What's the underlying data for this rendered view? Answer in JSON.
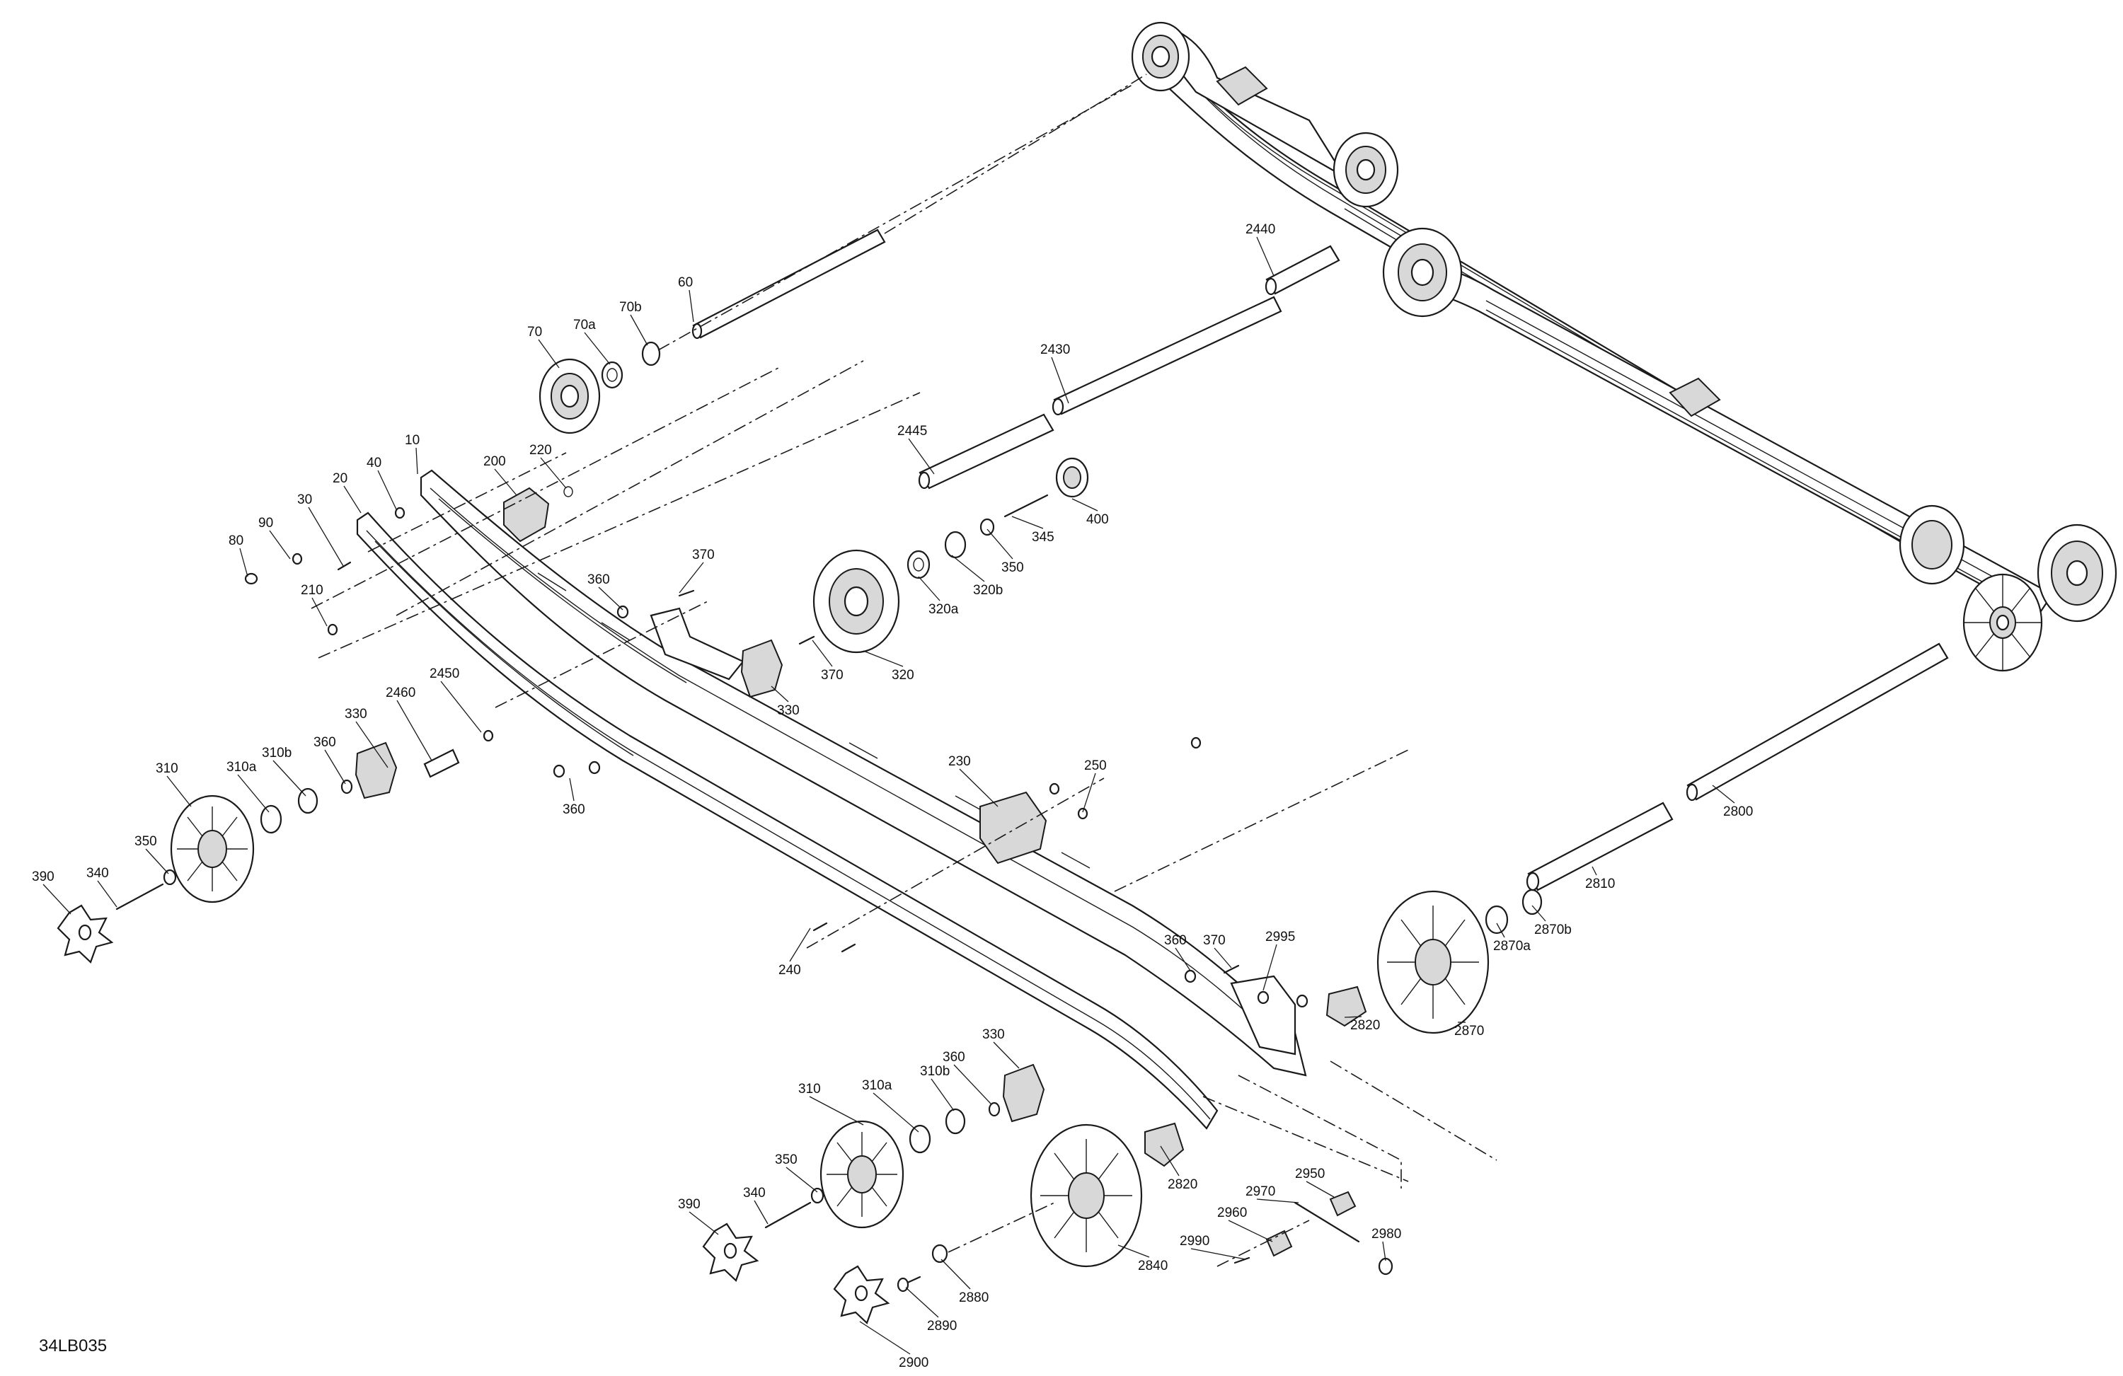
{
  "reference_code": "34LB035",
  "callouts": [
    "10",
    "20",
    "30",
    "40",
    "60",
    "70",
    "70a",
    "70b",
    "80",
    "90",
    "200",
    "210",
    "220",
    "230",
    "240",
    "250",
    "310",
    "310a",
    "310b",
    "320",
    "320a",
    "320b",
    "330",
    "340",
    "345",
    "350",
    "360",
    "370",
    "390",
    "400",
    "2430",
    "2440",
    "2445",
    "2450",
    "2460",
    "2800",
    "2810",
    "2820",
    "2840",
    "2870",
    "2870a",
    "2870b",
    "2880",
    "2890",
    "2900",
    "2950",
    "2960",
    "2970",
    "2980",
    "2990",
    "2995"
  ],
  "labels": [
    {
      "text": "60"
    },
    {
      "text": "70"
    },
    {
      "text": "70a"
    },
    {
      "text": "70b"
    },
    {
      "text": "2440"
    },
    {
      "text": "2430"
    },
    {
      "text": "2445"
    },
    {
      "text": "10"
    },
    {
      "text": "40"
    },
    {
      "text": "20"
    },
    {
      "text": "30"
    },
    {
      "text": "90"
    },
    {
      "text": "80"
    },
    {
      "text": "200"
    },
    {
      "text": "220"
    },
    {
      "text": "210"
    },
    {
      "text": "400"
    },
    {
      "text": "345"
    },
    {
      "text": "350"
    },
    {
      "text": "320b"
    },
    {
      "text": "320a"
    },
    {
      "text": "320"
    },
    {
      "text": "370"
    },
    {
      "text": "360"
    },
    {
      "text": "370"
    },
    {
      "text": "330"
    },
    {
      "text": "2450"
    },
    {
      "text": "2460"
    },
    {
      "text": "330"
    },
    {
      "text": "360"
    },
    {
      "text": "310"
    },
    {
      "text": "310a"
    },
    {
      "text": "310b"
    },
    {
      "text": "350"
    },
    {
      "text": "340"
    },
    {
      "text": "390"
    },
    {
      "text": "360"
    },
    {
      "text": "230"
    },
    {
      "text": "250"
    },
    {
      "text": "240"
    },
    {
      "text": "2800"
    },
    {
      "text": "2810"
    },
    {
      "text": "2870b"
    },
    {
      "text": "2870a"
    },
    {
      "text": "2870"
    },
    {
      "text": "360"
    },
    {
      "text": "370"
    },
    {
      "text": "2995"
    },
    {
      "text": "2820"
    },
    {
      "text": "330"
    },
    {
      "text": "360"
    },
    {
      "text": "310b"
    },
    {
      "text": "310a"
    },
    {
      "text": "310"
    },
    {
      "text": "350"
    },
    {
      "text": "340"
    },
    {
      "text": "390"
    },
    {
      "text": "2820"
    },
    {
      "text": "2840"
    },
    {
      "text": "2950"
    },
    {
      "text": "2970"
    },
    {
      "text": "2960"
    },
    {
      "text": "2990"
    },
    {
      "text": "2980"
    },
    {
      "text": "2880"
    },
    {
      "text": "2890"
    },
    {
      "text": "2900"
    }
  ]
}
